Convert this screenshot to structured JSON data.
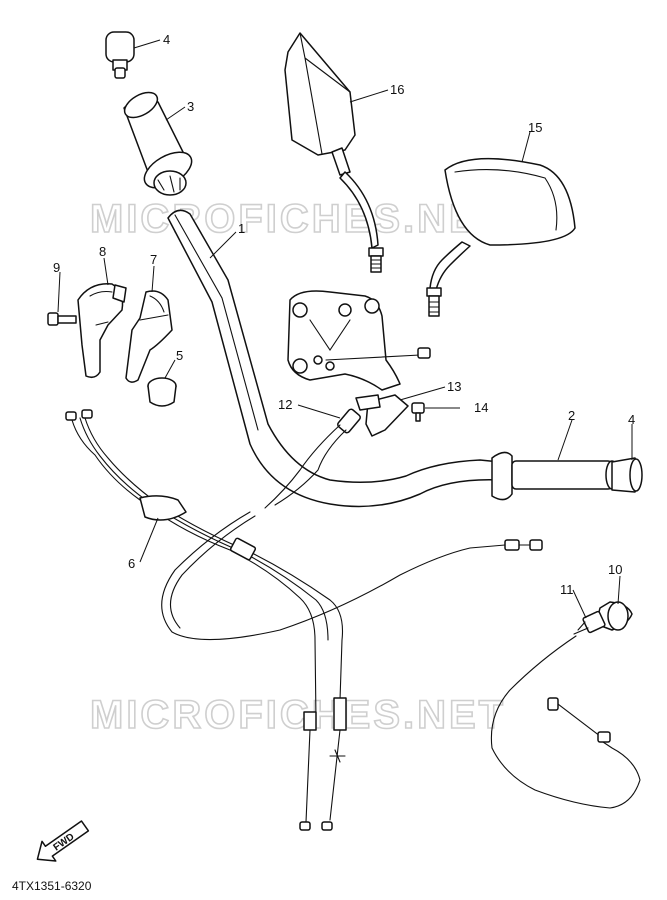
{
  "watermark": "MICROFICHES.NET",
  "diagram_code": "4TX1351-6320",
  "fwd_label": "FWD",
  "callouts": {
    "c1": "1",
    "c2": "2",
    "c3": "3",
    "c4a": "4",
    "c4b": "4",
    "c5": "5",
    "c6": "6",
    "c7": "7",
    "c8": "8",
    "c9": "9",
    "c10": "10",
    "c11": "11",
    "c12": "12",
    "c13": "13",
    "c14": "14",
    "c15": "15",
    "c16": "16"
  }
}
